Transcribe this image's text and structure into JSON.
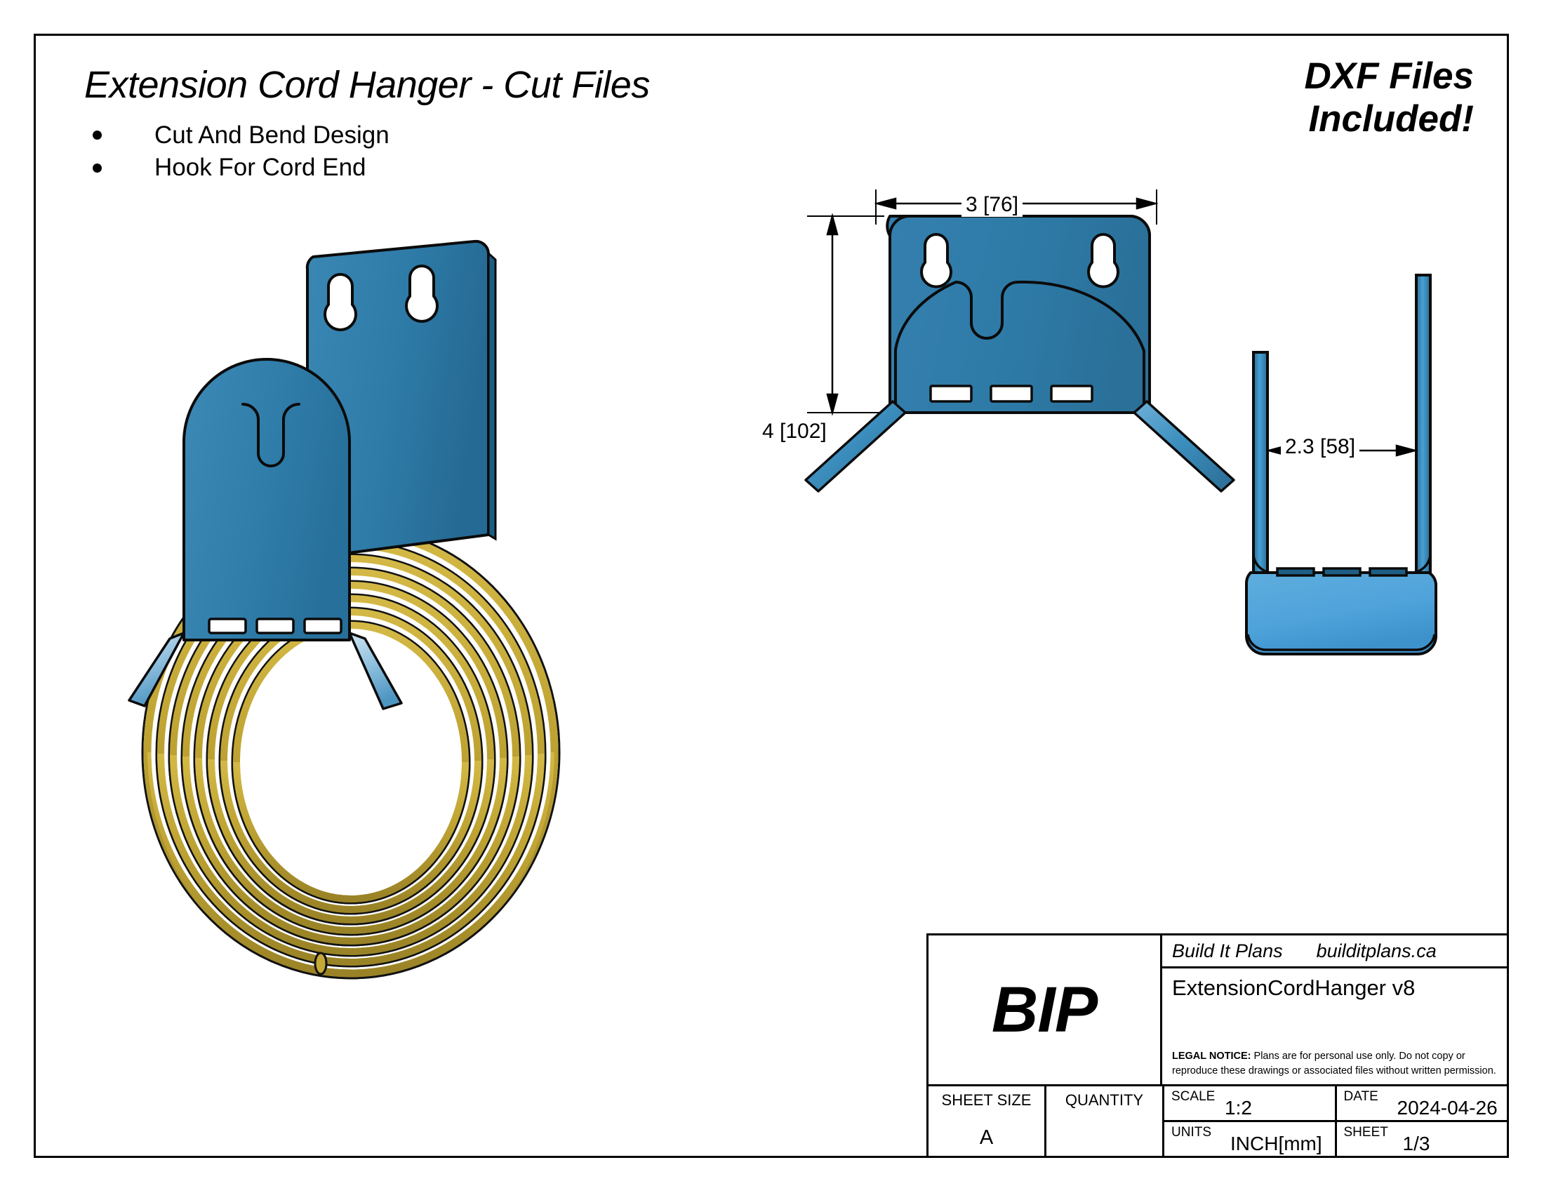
{
  "sheet": {
    "title": "Extension Cord Hanger - Cut Files",
    "features": [
      "Cut And Bend Design",
      "Hook For Cord End"
    ],
    "banner_line1": "DXF Files",
    "banner_line2": "Included!"
  },
  "dimensions": {
    "width": "3 [76]",
    "height": "4 [102]",
    "depth": "2.3 [58]"
  },
  "views": {
    "isometric_label": "isometric-assembly-view",
    "front_label": "front-elevation-view",
    "side_label": "side-elevation-view"
  },
  "colors": {
    "steel_blue": "#2E7BA8",
    "steel_blue_light": "#4FA3DB",
    "steel_blue_dark": "#1C5E83",
    "cord_gold": "#BFA433",
    "cord_gold_dark": "#8C7620",
    "line_black": "#000000",
    "paper_white": "#FFFFFF"
  },
  "title_block": {
    "logo": "BIP",
    "company": "Build It Plans",
    "website": "builditplans.ca",
    "part_name": "ExtensionCordHanger v8",
    "legal_notice_bold": "LEGAL NOTICE:",
    "legal_notice_text": " Plans are for personal use only. Do not copy or reproduce these drawings or associated files without written permission.",
    "sheet_size_label": "SHEET SIZE",
    "sheet_size_value": "A",
    "quantity_label": "QUANTITY",
    "quantity_value": "",
    "scale_label": "SCALE",
    "scale_value": "1:2",
    "date_label": "DATE",
    "date_value": "2024-04-26",
    "units_label": "UNITS",
    "units_value": "INCH[mm]",
    "sheet_label": "SHEET",
    "sheet_value": "1/3"
  }
}
